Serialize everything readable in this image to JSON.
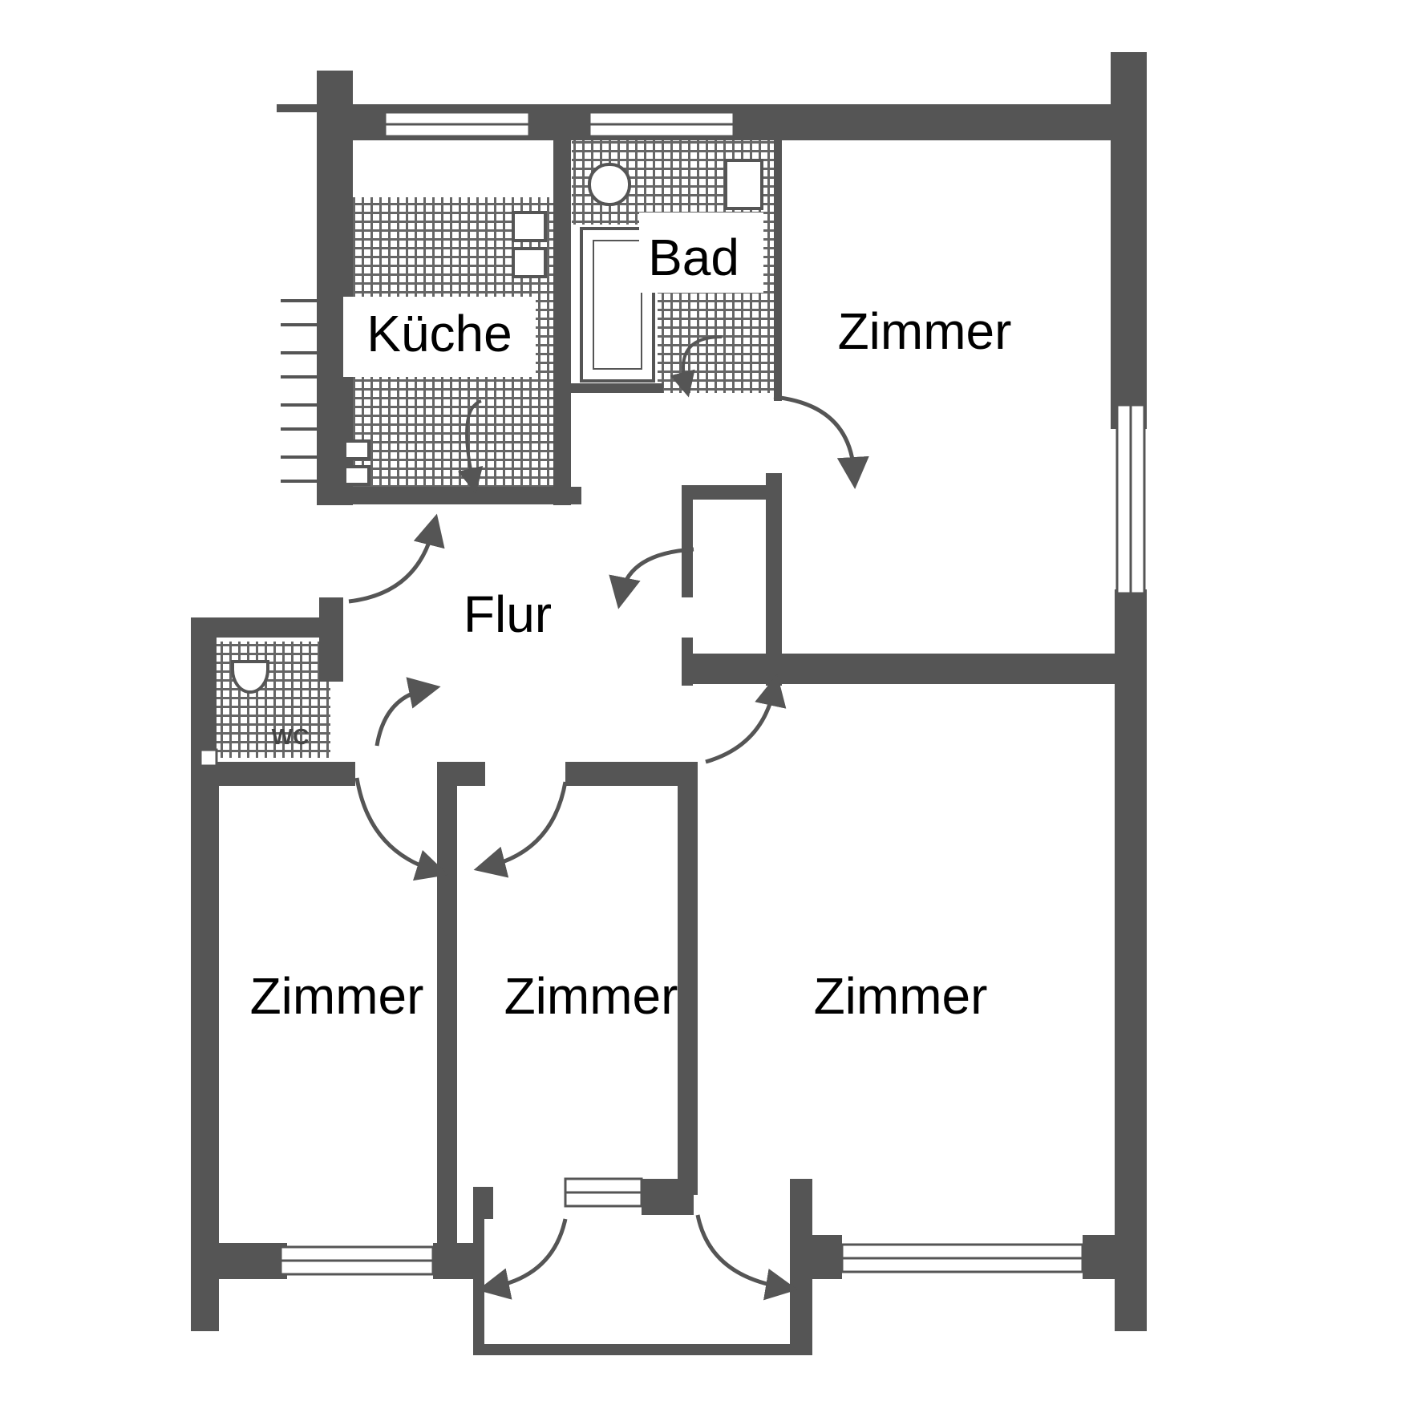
{
  "rooms": {
    "kueche": "Küche",
    "bad": "Bad",
    "zimmer_top": "Zimmer",
    "flur": "Flur",
    "wc": "WC",
    "zimmer_bl": "Zimmer",
    "zimmer_bm": "Zimmer",
    "zimmer_br": "Zimmer"
  },
  "colors": {
    "wall": "#555555",
    "background": "#ffffff",
    "label": "#000000"
  }
}
